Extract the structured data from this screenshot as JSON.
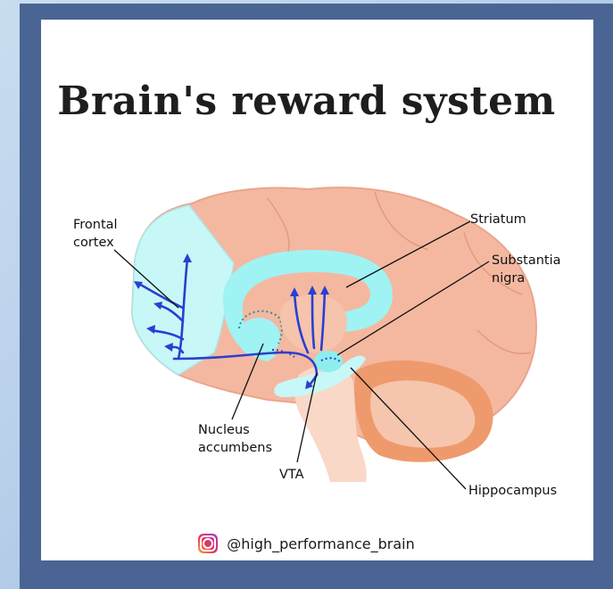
{
  "title": "Brain's reward system",
  "labels": {
    "frontal_cortex": [
      "Frontal",
      "cortex"
    ],
    "striatum": "Striatum",
    "substantia_nigra": [
      "Substantia",
      "nigra"
    ],
    "nucleus_accumbens": [
      "Nucleus",
      "accumbens"
    ],
    "vta": "VTA",
    "hippocampus": "Hippocampus"
  },
  "footer": {
    "icon": "instagram-icon",
    "handle": "@high_performance_brain"
  },
  "colors": {
    "frame": "#4a6593",
    "brain": "#f4b8a0",
    "brain_outline": "#e9a48a",
    "highlight": "#a8f4f4",
    "pathway": "#2a3fd0",
    "cerebellum": "#ef9a6c",
    "brainstem": "#f9d8c8"
  }
}
